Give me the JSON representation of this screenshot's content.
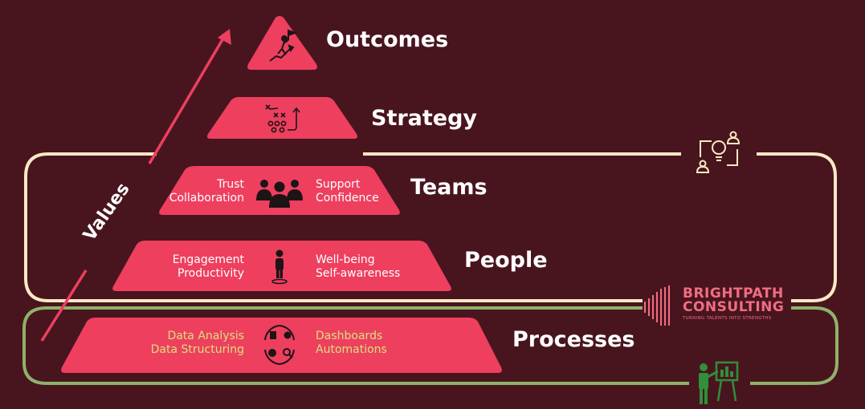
{
  "pyramid": {
    "outcomes": {
      "title": "Outcomes",
      "icon": "climber-flag-icon"
    },
    "strategy": {
      "title": "Strategy",
      "icon": "play-strategy-icon"
    },
    "teams": {
      "title": "Teams",
      "left": [
        "Trust",
        "Collaboration"
      ],
      "right": [
        "Support",
        "Confidence"
      ],
      "icon": "group-icon"
    },
    "people": {
      "title": "People",
      "left": [
        "Engagement",
        "Productivity"
      ],
      "right": [
        "Well-being",
        "Self-awareness"
      ],
      "icon": "person-icon"
    },
    "processes": {
      "title": "Processes",
      "left": [
        "Data Analysis",
        "Data Structuring"
      ],
      "right": [
        "Dashboards",
        "Automations"
      ],
      "icon": "process-cycle-icon"
    }
  },
  "values_label": "Values",
  "brand": {
    "name_line1": "BRIGHTPATH",
    "name_line2": "CONSULTING",
    "tagline": "TURNING TALENTS INTO STRENGTHS"
  },
  "colors": {
    "background": "#48151f",
    "tier": "#ee3f5f",
    "cream": "#fde9c3",
    "green": "#8fb26a",
    "lime_text": "#d8e07c",
    "brand": "#f26d80",
    "icon_dark": "#1d1416",
    "figure_green": "#2f8f3a"
  }
}
